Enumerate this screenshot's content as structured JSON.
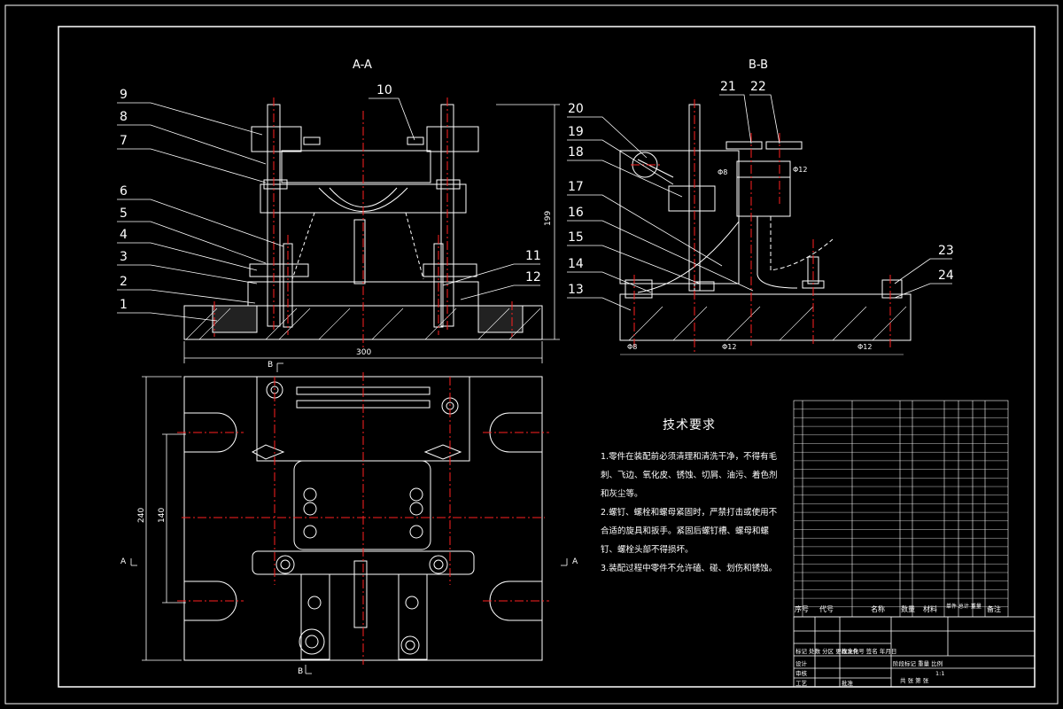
{
  "colors": {
    "background": "#000000",
    "line": "#ffffff",
    "center": "#ff2020",
    "hatch": "#ffffff"
  },
  "views": {
    "section_aa_label": "A-A",
    "section_bb_label": "B-B",
    "cut_marker_a": "A",
    "cut_marker_b": "B"
  },
  "balloons_aa": [
    "1",
    "2",
    "3",
    "4",
    "5",
    "6",
    "7",
    "8",
    "9",
    "10",
    "11",
    "12"
  ],
  "balloons_bb": [
    "13",
    "14",
    "15",
    "16",
    "17",
    "18",
    "19",
    "20",
    "21",
    "22",
    "23",
    "24"
  ],
  "dimensions": {
    "aa_width": "300",
    "aa_height": "199",
    "plan_height_outer": "240",
    "plan_height_inner": "140",
    "bb_fit_1": "Φ8",
    "bb_fit_2": "Φ12",
    "bb_fit_3": "Φ12",
    "bb_fit_4": "Φ8",
    "bb_fit_5": "Φ12"
  },
  "tech_notes": {
    "title": "技术要求",
    "items": [
      "1.零件在装配前必须清理和清洗干净，不得有毛刺、飞边、氧化皮、锈蚀、切屑、油污、着色剂和灰尘等。",
      "2.螺钉、螺栓和螺母紧固时，严禁打击或使用不合适的旋具和扳手。紧固后螺钉槽、螺母和螺钉、螺栓头部不得损坏。",
      "3.装配过程中零件不允许磕、碰、划伤和锈蚀。"
    ]
  },
  "bom_header": {
    "seq": "序号",
    "code": "代号",
    "name": "名称",
    "qty": "数量",
    "material": "材料",
    "weight": "单件 总计 重量",
    "remark": "备注"
  },
  "title_block": {
    "row1": "标记 处数 分区 更改文件号 签名 年月日",
    "designer": "设计",
    "standard": "标准化",
    "stage": "阶段标记 重量 比例",
    "checker": "审核",
    "process": "工艺",
    "approve": "批准",
    "sheets": "共 张 第 张",
    "scale": "1:1"
  }
}
